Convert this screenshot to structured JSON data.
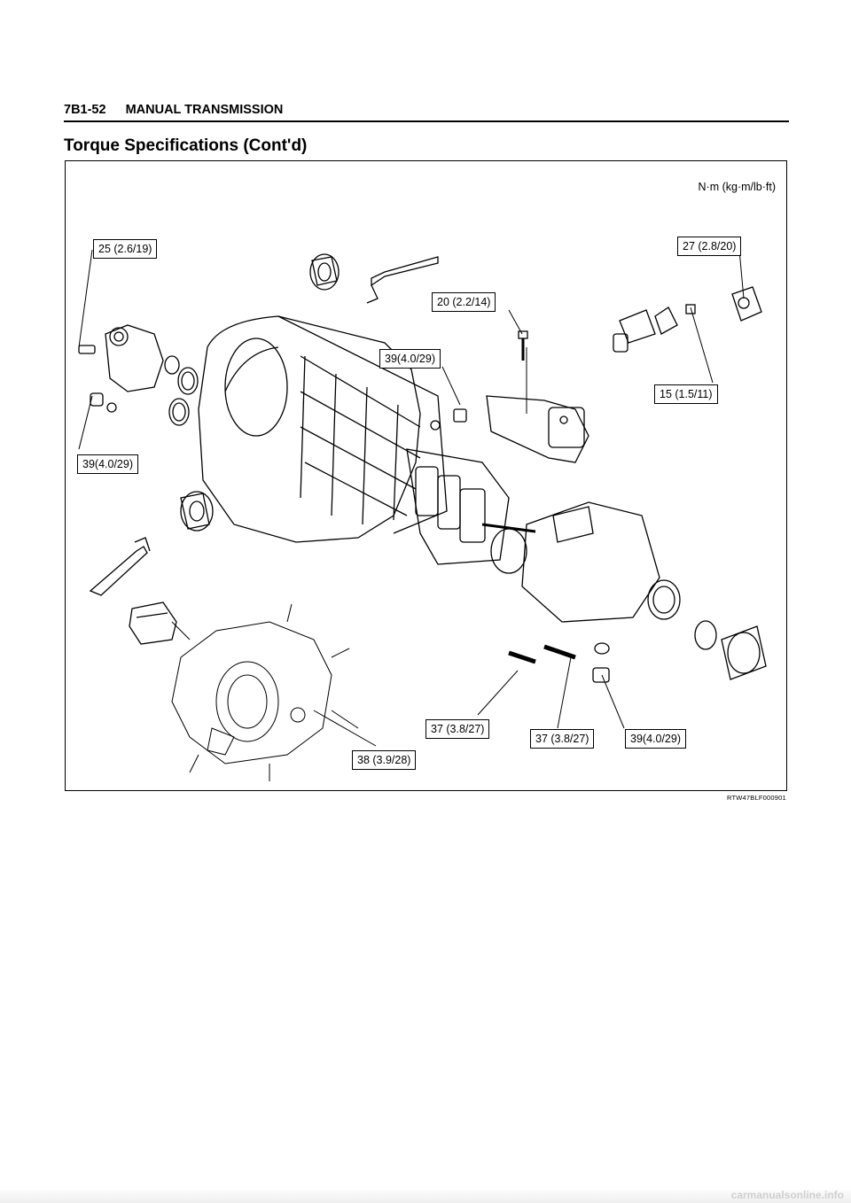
{
  "header": {
    "page_number": "7B1-52",
    "section": "MANUAL TRANSMISSION"
  },
  "title": "Torque Specifications (Cont'd)",
  "figure": {
    "units": "N·m (kg·m/lb·ft)",
    "figure_id": "RTW47BLF000901",
    "callouts": [
      {
        "id": "c1",
        "label": "25 (2.6/19)"
      },
      {
        "id": "c2",
        "label": "27 (2.8/20)"
      },
      {
        "id": "c3",
        "label": "20 (2.2/14)"
      },
      {
        "id": "c4",
        "label": "39(4.0/29)"
      },
      {
        "id": "c5",
        "label": "15 (1.5/11)"
      },
      {
        "id": "c6",
        "label": "39(4.0/29)"
      },
      {
        "id": "c7",
        "label": "37 (3.8/27)"
      },
      {
        "id": "c8",
        "label": "37 (3.8/27)"
      },
      {
        "id": "c9",
        "label": "39(4.0/29)"
      },
      {
        "id": "c10",
        "label": "38 (3.9/28)"
      }
    ]
  },
  "footer": {
    "watermark": "carmanualsonline.info"
  }
}
